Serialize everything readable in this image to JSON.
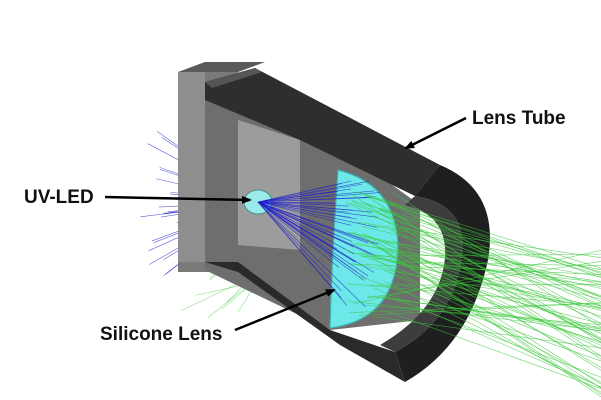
{
  "labels": {
    "lens_tube": "Lens Tube",
    "uv_led": "UV-LED",
    "silicone_lens": "Silicone Lens"
  },
  "colors": {
    "housing_dark": "#2b2b2b",
    "housing_mid": "#4a4a4a",
    "housing_light": "#8a8a8a",
    "back_plate": "#7c7c7c",
    "lens_fill": "#66e6e6",
    "led_fill": "#9aeaea",
    "ray_blue": "#2020c8",
    "ray_green": "#39c839",
    "arrow": "#000000"
  }
}
